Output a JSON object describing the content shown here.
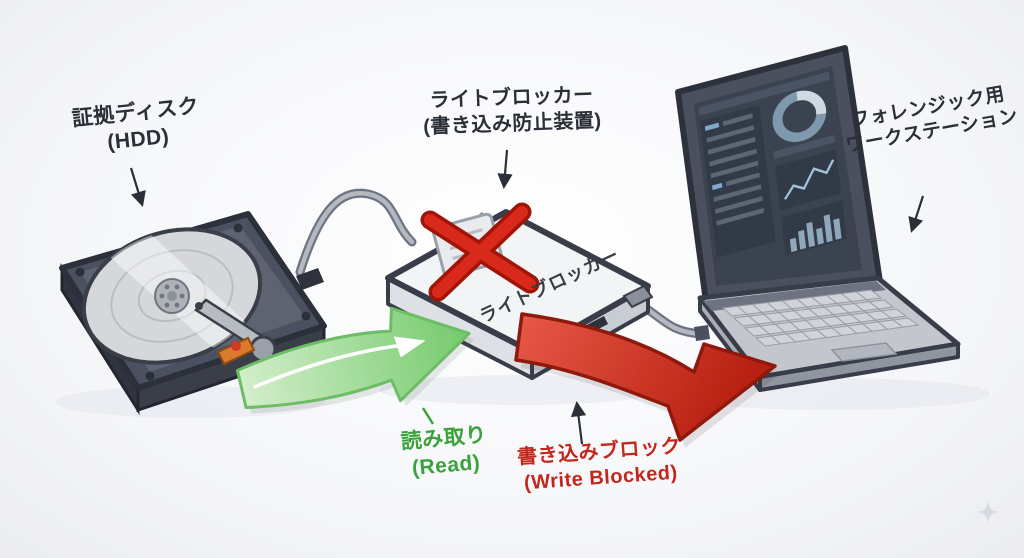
{
  "diagram": {
    "labels": {
      "evidence_disk": {
        "line1": "証拠ディスク",
        "line2": "(HDD)"
      },
      "write_blocker": {
        "line1": "ライトブロッカー",
        "line2": "(書き込み防止装置)"
      },
      "workstation": {
        "line1": "フォレンジック用",
        "line2": "ワークステーション"
      },
      "read_flow": {
        "line1": "読み取り",
        "line2": "(Read)"
      },
      "write_blocked_flow": {
        "line1": "書き込みブロック",
        "line2": "(Write Blocked)"
      },
      "device_face_text": "ライトブロッカー"
    },
    "colors": {
      "background": "#f5f6f9",
      "label_text": "#2b2f38",
      "read_arrow_fill": "#7fd47a",
      "read_label": "#3ba23b",
      "blocked_arrow_fill": "#c3271a",
      "blocked_label": "#c2271b",
      "red_x": "#d8291b",
      "device_body": "#f3f4f6",
      "outline": "#383d49"
    },
    "icons": {
      "evidence_hdd": "hdd-drive-illustration",
      "write_blocker_device": "write-blocker-box-illustration",
      "red_x": "red-x-mark",
      "document": "document-icon",
      "workstation_laptop": "laptop-illustration",
      "read_arrow": "curved-green-arrow",
      "write_blocked_arrow": "curved-red-arrow",
      "sparkle": "four-point-sparkle"
    }
  }
}
